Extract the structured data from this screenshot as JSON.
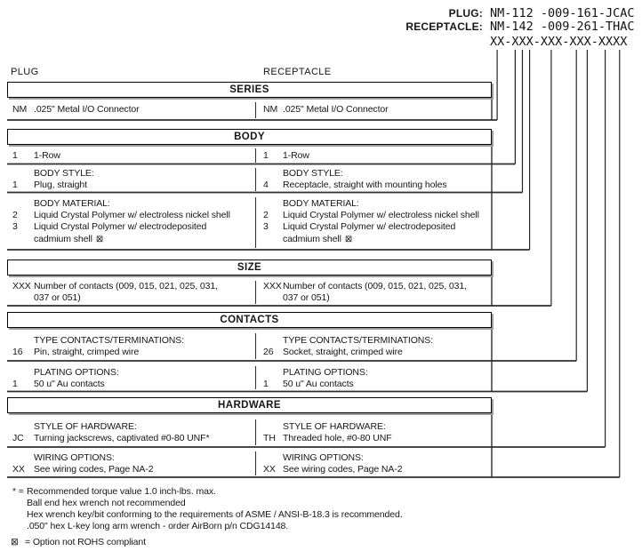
{
  "part_numbers": {
    "plug_label": "PLUG:",
    "plug_value": "NM-112 -009-161-JCAC",
    "receptacle_label": "RECEPTACLE:",
    "receptacle_value": "NM-142 -009-261-THAC",
    "pattern": "XX-XXX-XXX-XXX-XXXX"
  },
  "columns": {
    "left": "PLUG",
    "right": "RECEPTACLE"
  },
  "sections": [
    {
      "title": "SERIES",
      "rows": [
        {
          "left": {
            "code": "NM",
            "desc": ".025\" Metal I/O Connector"
          },
          "right": {
            "code": "NM",
            "desc": ".025\" Metal I/O Connector"
          }
        }
      ]
    },
    {
      "title": "BODY",
      "rows": [
        {
          "left": {
            "code": "1",
            "desc": "1-Row"
          },
          "right": {
            "code": "1",
            "desc": "1-Row"
          }
        },
        {
          "left": {
            "label": "BODY STYLE:",
            "code": "1",
            "desc": "Plug, straight"
          },
          "right": {
            "label": "BODY STYLE:",
            "code": "4",
            "desc": "Receptacle, straight with mounting holes"
          }
        },
        {
          "left": {
            "label": "BODY MATERIAL:",
            "items": [
              {
                "code": "2",
                "desc": "Liquid Crystal Polymer w/ electroless nickel shell"
              },
              {
                "code": "3",
                "desc_line1": "Liquid Crystal Polymer w/ electrodeposited",
                "desc_line2": "cadmium shell",
                "flag": "⊠"
              }
            ]
          },
          "right": {
            "label": "BODY MATERIAL:",
            "items": [
              {
                "code": "2",
                "desc": "Liquid Crystal Polymer w/ electroless nickel shell"
              },
              {
                "code": "3",
                "desc_line1": "Liquid Crystal Polymer w/ electrodeposited",
                "desc_line2": "cadmium shell",
                "flag": "⊠"
              }
            ]
          }
        }
      ]
    },
    {
      "title": "SIZE",
      "rows": [
        {
          "left": {
            "code": "XXX",
            "desc_line1": "Number of contacts (009, 015, 021, 025, 031,",
            "desc_line2": "037 or 051)"
          },
          "right": {
            "code": "XXX",
            "desc_line1": "Number of contacts (009, 015, 021, 025, 031,",
            "desc_line2": "037 or 051)"
          }
        }
      ]
    },
    {
      "title": "CONTACTS",
      "rows": [
        {
          "left": {
            "label": "TYPE CONTACTS/TERMINATIONS:",
            "code": "16",
            "desc": "Pin, straight, crimped wire"
          },
          "right": {
            "label": "TYPE CONTACTS/TERMINATIONS:",
            "code": "26",
            "desc": "Socket, straight, crimped wire"
          }
        },
        {
          "left": {
            "label": "PLATING OPTIONS:",
            "code": "1",
            "desc": "50 u\" Au contacts"
          },
          "right": {
            "label": "PLATING OPTIONS:",
            "code": "1",
            "desc": "50 u\" Au contacts"
          }
        }
      ]
    },
    {
      "title": "HARDWARE",
      "rows": [
        {
          "left": {
            "label": "STYLE OF HARDWARE:",
            "code": "JC",
            "desc": "Turning jackscrews, captivated #0-80 UNF*"
          },
          "right": {
            "label": "STYLE OF HARDWARE:",
            "code": "TH",
            "desc": "Threaded hole, #0-80 UNF"
          }
        },
        {
          "left": {
            "label": "WIRING OPTIONS:",
            "code": "XX",
            "desc": "See wiring codes, Page NA-2"
          },
          "right": {
            "label": "WIRING OPTIONS:",
            "code": "XX",
            "desc": "See wiring codes, Page NA-2"
          }
        }
      ]
    }
  ],
  "footnotes": {
    "star_symbol": "* =",
    "star_line1": "Recommended torque value 1.0 inch-lbs. max.",
    "star_line2": "Ball end hex wrench not recommended",
    "star_line3": "Hex wrench key/bit conforming to the requirements of ASME / ANSI-B-18.3 is recommended.",
    "star_line4": ".050\" hex L-key long arm wrench - order AirBorn p/n CDG14148.",
    "rohs_symbol": "⊠",
    "rohs_text": "= Option not ROHS compliant"
  },
  "colors": {
    "ink": "#161616",
    "line": "#2e2e2e",
    "shadow": "#9d9d9d"
  }
}
